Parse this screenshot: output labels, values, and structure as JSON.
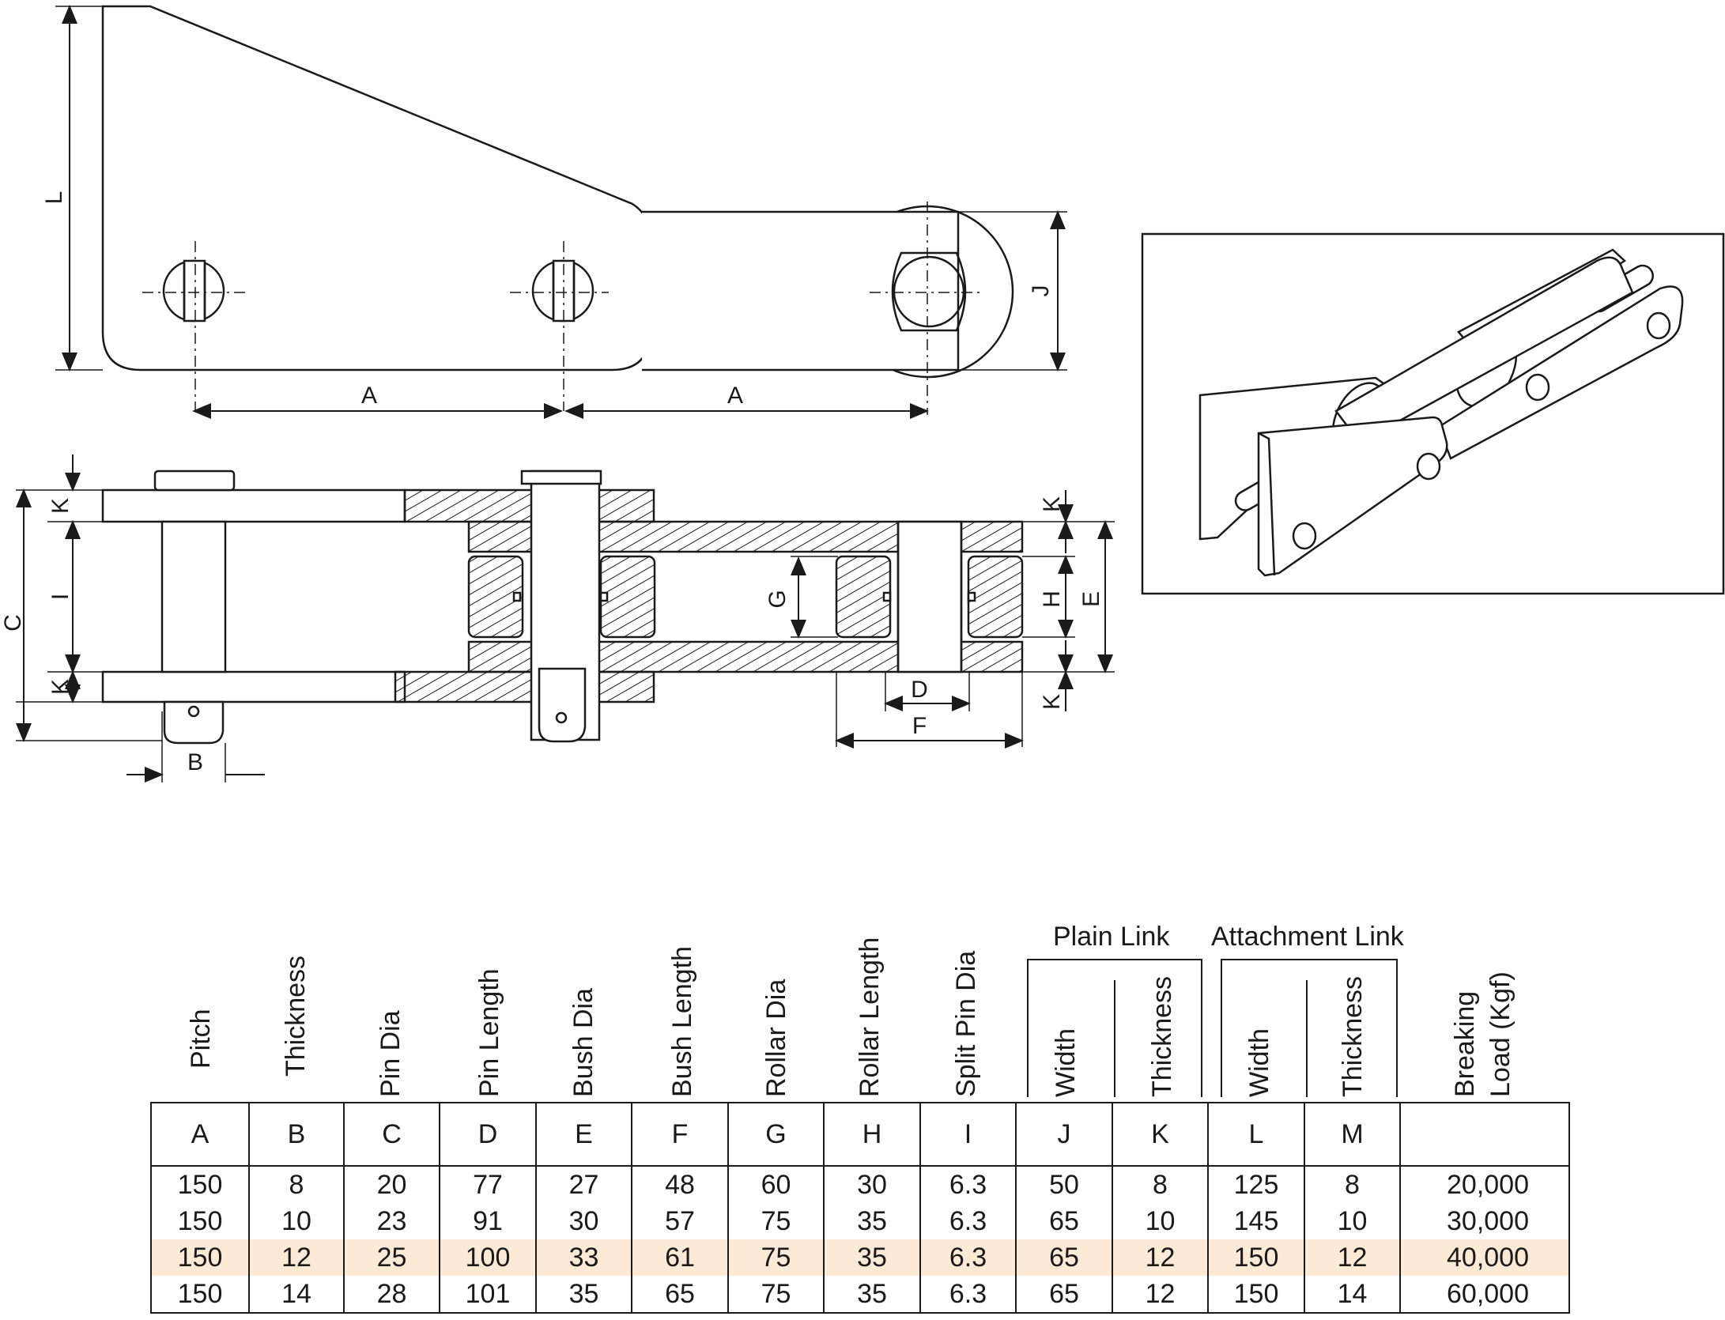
{
  "dimension_labels": {
    "A": "A",
    "B": "B",
    "C": "C",
    "D": "D",
    "E": "E",
    "F": "F",
    "G": "G",
    "H": "H",
    "I": "I",
    "J": "J",
    "K": "K",
    "L": "L"
  },
  "table": {
    "group_plain": "Plain Link",
    "group_attachment": "Attachment Link",
    "headers": [
      "Pitch",
      "Thickness",
      "Pin Dia",
      "Pin Length",
      "Bush Dia",
      "Bush Length",
      "Rollar Dia",
      "Rollar Length",
      "Split Pin Dia",
      "Width",
      "Thickness",
      "Width",
      "Thickness"
    ],
    "header_load_1": "Breaking",
    "header_load_2": "Load (Kgf)",
    "letters": [
      "A",
      "B",
      "C",
      "D",
      "E",
      "F",
      "G",
      "H",
      "I",
      "J",
      "K",
      "L",
      "M",
      ""
    ],
    "rows": [
      [
        "150",
        "8",
        "20",
        "77",
        "27",
        "48",
        "60",
        "30",
        "6.3",
        "50",
        "8",
        "125",
        "8",
        "20,000"
      ],
      [
        "150",
        "10",
        "23",
        "91",
        "30",
        "57",
        "75",
        "35",
        "6.3",
        "65",
        "10",
        "145",
        "10",
        "30,000"
      ],
      [
        "150",
        "12",
        "25",
        "100",
        "33",
        "61",
        "75",
        "35",
        "6.3",
        "65",
        "12",
        "150",
        "12",
        "40,000"
      ],
      [
        "150",
        "14",
        "28",
        "101",
        "35",
        "65",
        "75",
        "35",
        "6.3",
        "65",
        "12",
        "150",
        "14",
        "60,000"
      ]
    ],
    "highlight_color": "#fcead7"
  }
}
